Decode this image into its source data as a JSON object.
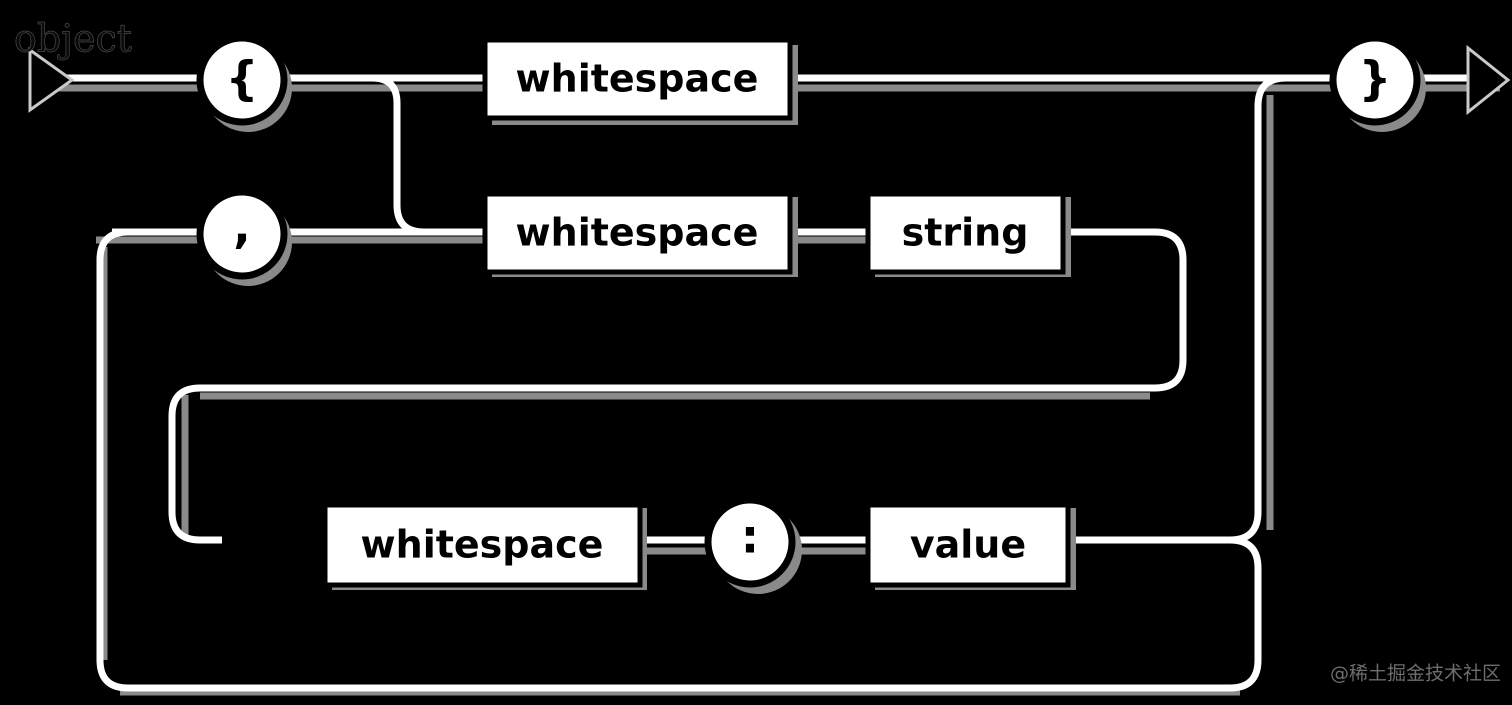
{
  "diagram": {
    "title": "object",
    "type": "railroad-syntax-diagram",
    "grammar": "JSON object",
    "background_color": "#000000",
    "rail_color": "#ffffff",
    "rail_shadow_color": "#8a8a8a",
    "node_fill_color": "#ffffff",
    "node_text_color": "#000000",
    "nodes": {
      "open_brace": "{",
      "close_brace": "}",
      "comma": ",",
      "colon": ":",
      "whitespace_top": "whitespace",
      "whitespace_mid": "whitespace",
      "whitespace_bottom": "whitespace",
      "string": "string",
      "value": "value"
    },
    "start_marker": "start-arrow",
    "end_marker": "end-arrow"
  },
  "watermark": {
    "text": "@稀土掘金技术社区",
    "color": "#6d6d6d"
  }
}
